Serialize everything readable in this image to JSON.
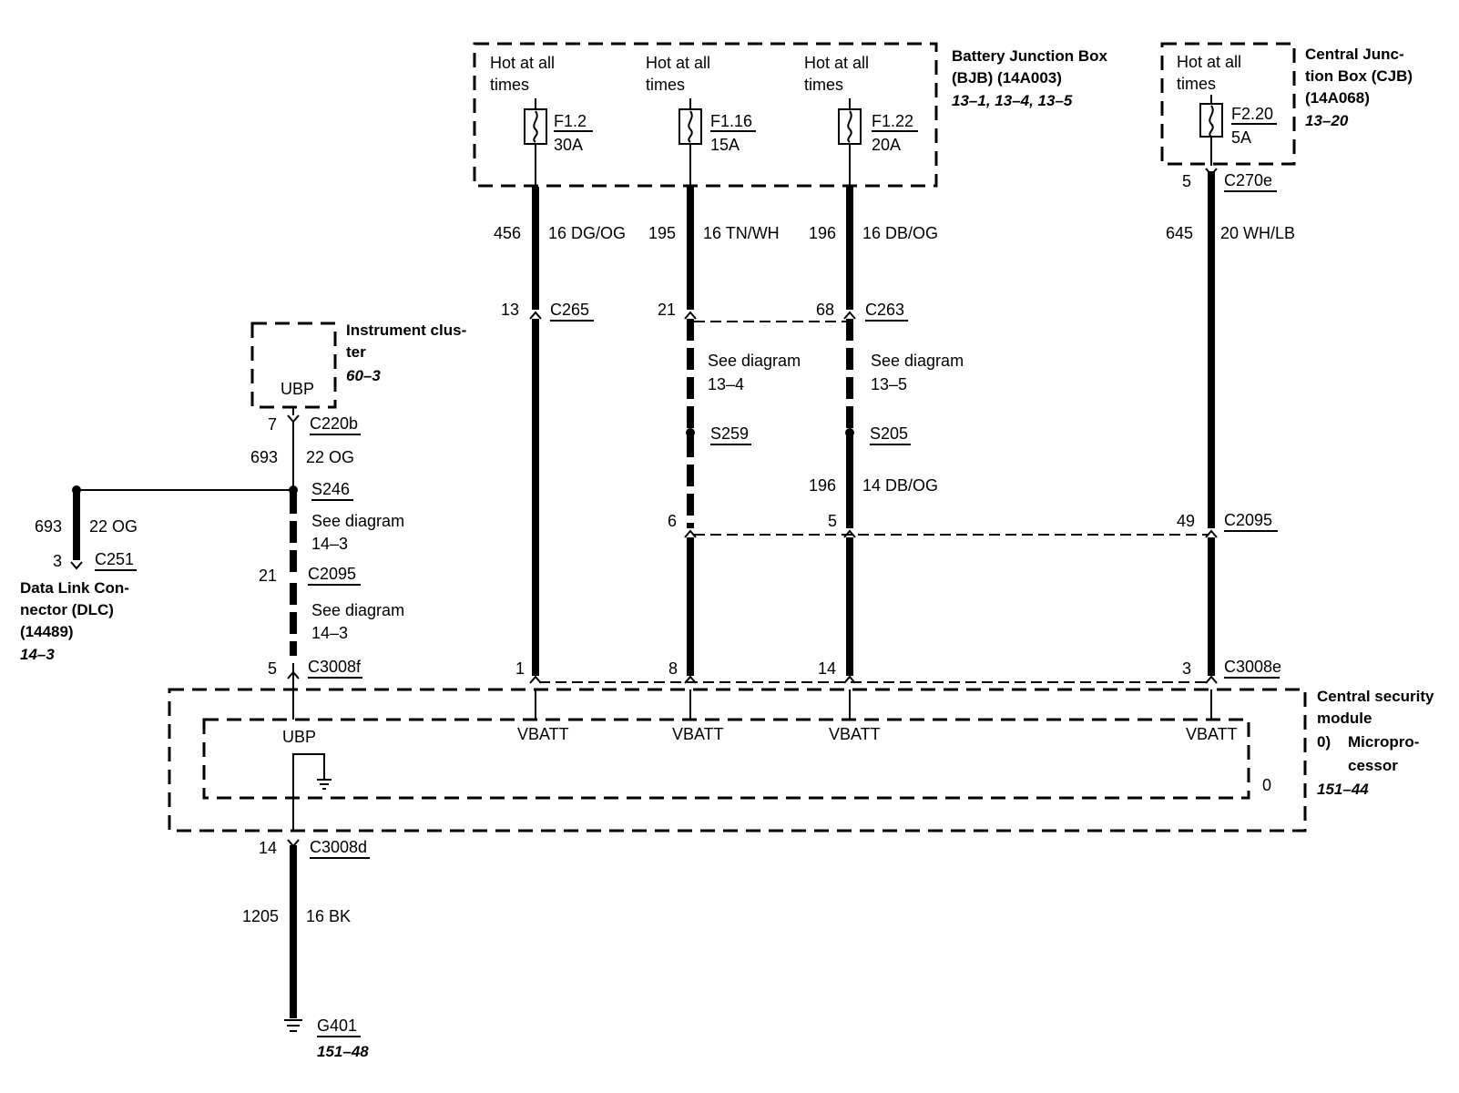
{
  "bjb": {
    "title": "Battery Junction Box",
    "subtitle": "(BJB) (14A003)",
    "ref": "13–1, 13–4, 13–5",
    "hot1a": "Hot at all",
    "hot1b": "times",
    "hot2a": "Hot at all",
    "hot2b": "times",
    "hot3a": "Hot at all",
    "hot3b": "times",
    "fuse1_name": "F1.2",
    "fuse1_rating": "30A",
    "fuse2_name": "F1.16",
    "fuse2_rating": "15A",
    "fuse3_name": "F1.22",
    "fuse3_rating": "20A"
  },
  "cjb": {
    "title1": "Central Junc-",
    "title2": "tion Box (CJB)",
    "title3": "(14A068)",
    "ref": "13–20",
    "hot_a": "Hot at all",
    "hot_b": "times",
    "fuse_name": "F2.20",
    "fuse_rating": "5A"
  },
  "cluster": {
    "title1": "Instrument clus-",
    "title2": "ter",
    "ref": "60–3",
    "pin": "UBP"
  },
  "wires": {
    "w1_circuit": "456",
    "w1_spec": "16 DG/OG",
    "w2_circuit": "195",
    "w2_spec": "16 TN/WH",
    "w3_circuit": "196",
    "w3_spec": "16 DB/OG",
    "w3b_circuit": "196",
    "w3b_spec": "14 DB/OG",
    "w4_circuit": "645",
    "w4_spec": "20 WH/LB",
    "ubp_circuit": "693",
    "ubp_spec": "22 OG",
    "dlc_circuit": "693",
    "dlc_spec": "22 OG",
    "gnd_circuit": "1205",
    "gnd_spec": "16 BK"
  },
  "connectors": {
    "c270e": "C270e",
    "c270e_pin": "5",
    "c265": "C265",
    "c265_pin": "13",
    "c263": "C263",
    "c263_pin_a": "21",
    "c263_pin_b": "68",
    "c220b": "C220b",
    "c220b_pin": "7",
    "c251": "C251",
    "c251_pin": "3",
    "c2095_left": "C2095",
    "c2095_left_pin": "21",
    "c2095_right": "C2095",
    "c2095_pin_a": "6",
    "c2095_pin_b": "5",
    "c2095_pin_c": "49",
    "c3008f": "C3008f",
    "c3008f_pin": "5",
    "c3008e": "C3008e",
    "c3008e_pin_a": "1",
    "c3008e_pin_b": "8",
    "c3008e_pin_c": "14",
    "c3008e_pin_d": "3",
    "c3008d": "C3008d",
    "c3008d_pin": "14"
  },
  "splices": {
    "s246": "S246",
    "s259": "S259",
    "s205": "S205"
  },
  "notes": {
    "see1a": "See diagram",
    "see1b": "13–4",
    "see2a": "See diagram",
    "see2b": "13–5",
    "see3a": "See diagram",
    "see3b": "14–3",
    "see4a": "See diagram",
    "see4b": "14–3"
  },
  "dlc": {
    "title1": "Data Link Con-",
    "title2": "nector (DLC)",
    "title3": "(14489)",
    "ref": "14–3"
  },
  "module": {
    "title1": "Central security",
    "title2": "module",
    "item_num": "0)",
    "item1": "Micropro-",
    "item2": "cessor",
    "ref": "151–44",
    "inner_label": "0",
    "pin_ubp": "UBP",
    "pin_vbatt1": "VBATT",
    "pin_vbatt2": "VBATT",
    "pin_vbatt3": "VBATT",
    "pin_vbatt4": "VBATT"
  },
  "ground": {
    "name": "G401",
    "ref": "151–48"
  }
}
